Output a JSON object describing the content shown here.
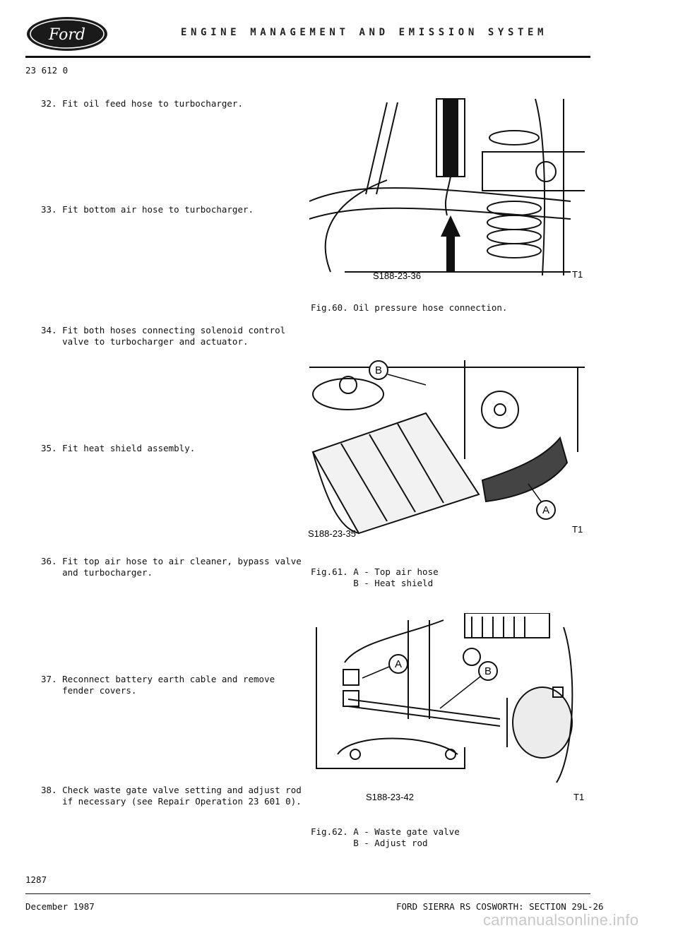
{
  "header": {
    "brand": "Ford",
    "title": "ENGINE MANAGEMENT AND EMISSION SYSTEM",
    "page_code": "23 612 0"
  },
  "steps": [
    "32. Fit oil feed hose to turbocharger.",
    "33. Fit bottom air hose to turbocharger.",
    "34. Fit both hoses connecting solenoid control\n    valve to turbocharger and actuator.",
    "35. Fit heat shield assembly.",
    "36. Fit top air hose to air cleaner, bypass valve\n    and turbocharger.",
    "37. Reconnect battery earth cable and remove\n    fender covers.",
    "38. Check waste gate valve setting and adjust rod\n    if necessary (see Repair Operation 23 601 0)."
  ],
  "figures": [
    {
      "image_code": "S188-23-36",
      "corner_mark": "T1",
      "caption": "Fig.60. Oil pressure hose connection."
    },
    {
      "image_code": "S188-23-35",
      "corner_mark": "T1",
      "callout_a": "A",
      "callout_b": "B",
      "caption": "Fig.61. A - Top air hose\n        B - Heat shield"
    },
    {
      "image_code": "S188-23-42",
      "corner_mark": "T1",
      "callout_a": "A",
      "callout_b": "B",
      "caption": "Fig.62. A - Waste gate valve\n        B - Adjust rod"
    }
  ],
  "footer": {
    "page_number": "1287",
    "date": "December 1987",
    "section": "FORD SIERRA RS COSWORTH: SECTION 29L-26",
    "watermark": "carmanualsonline.info"
  }
}
